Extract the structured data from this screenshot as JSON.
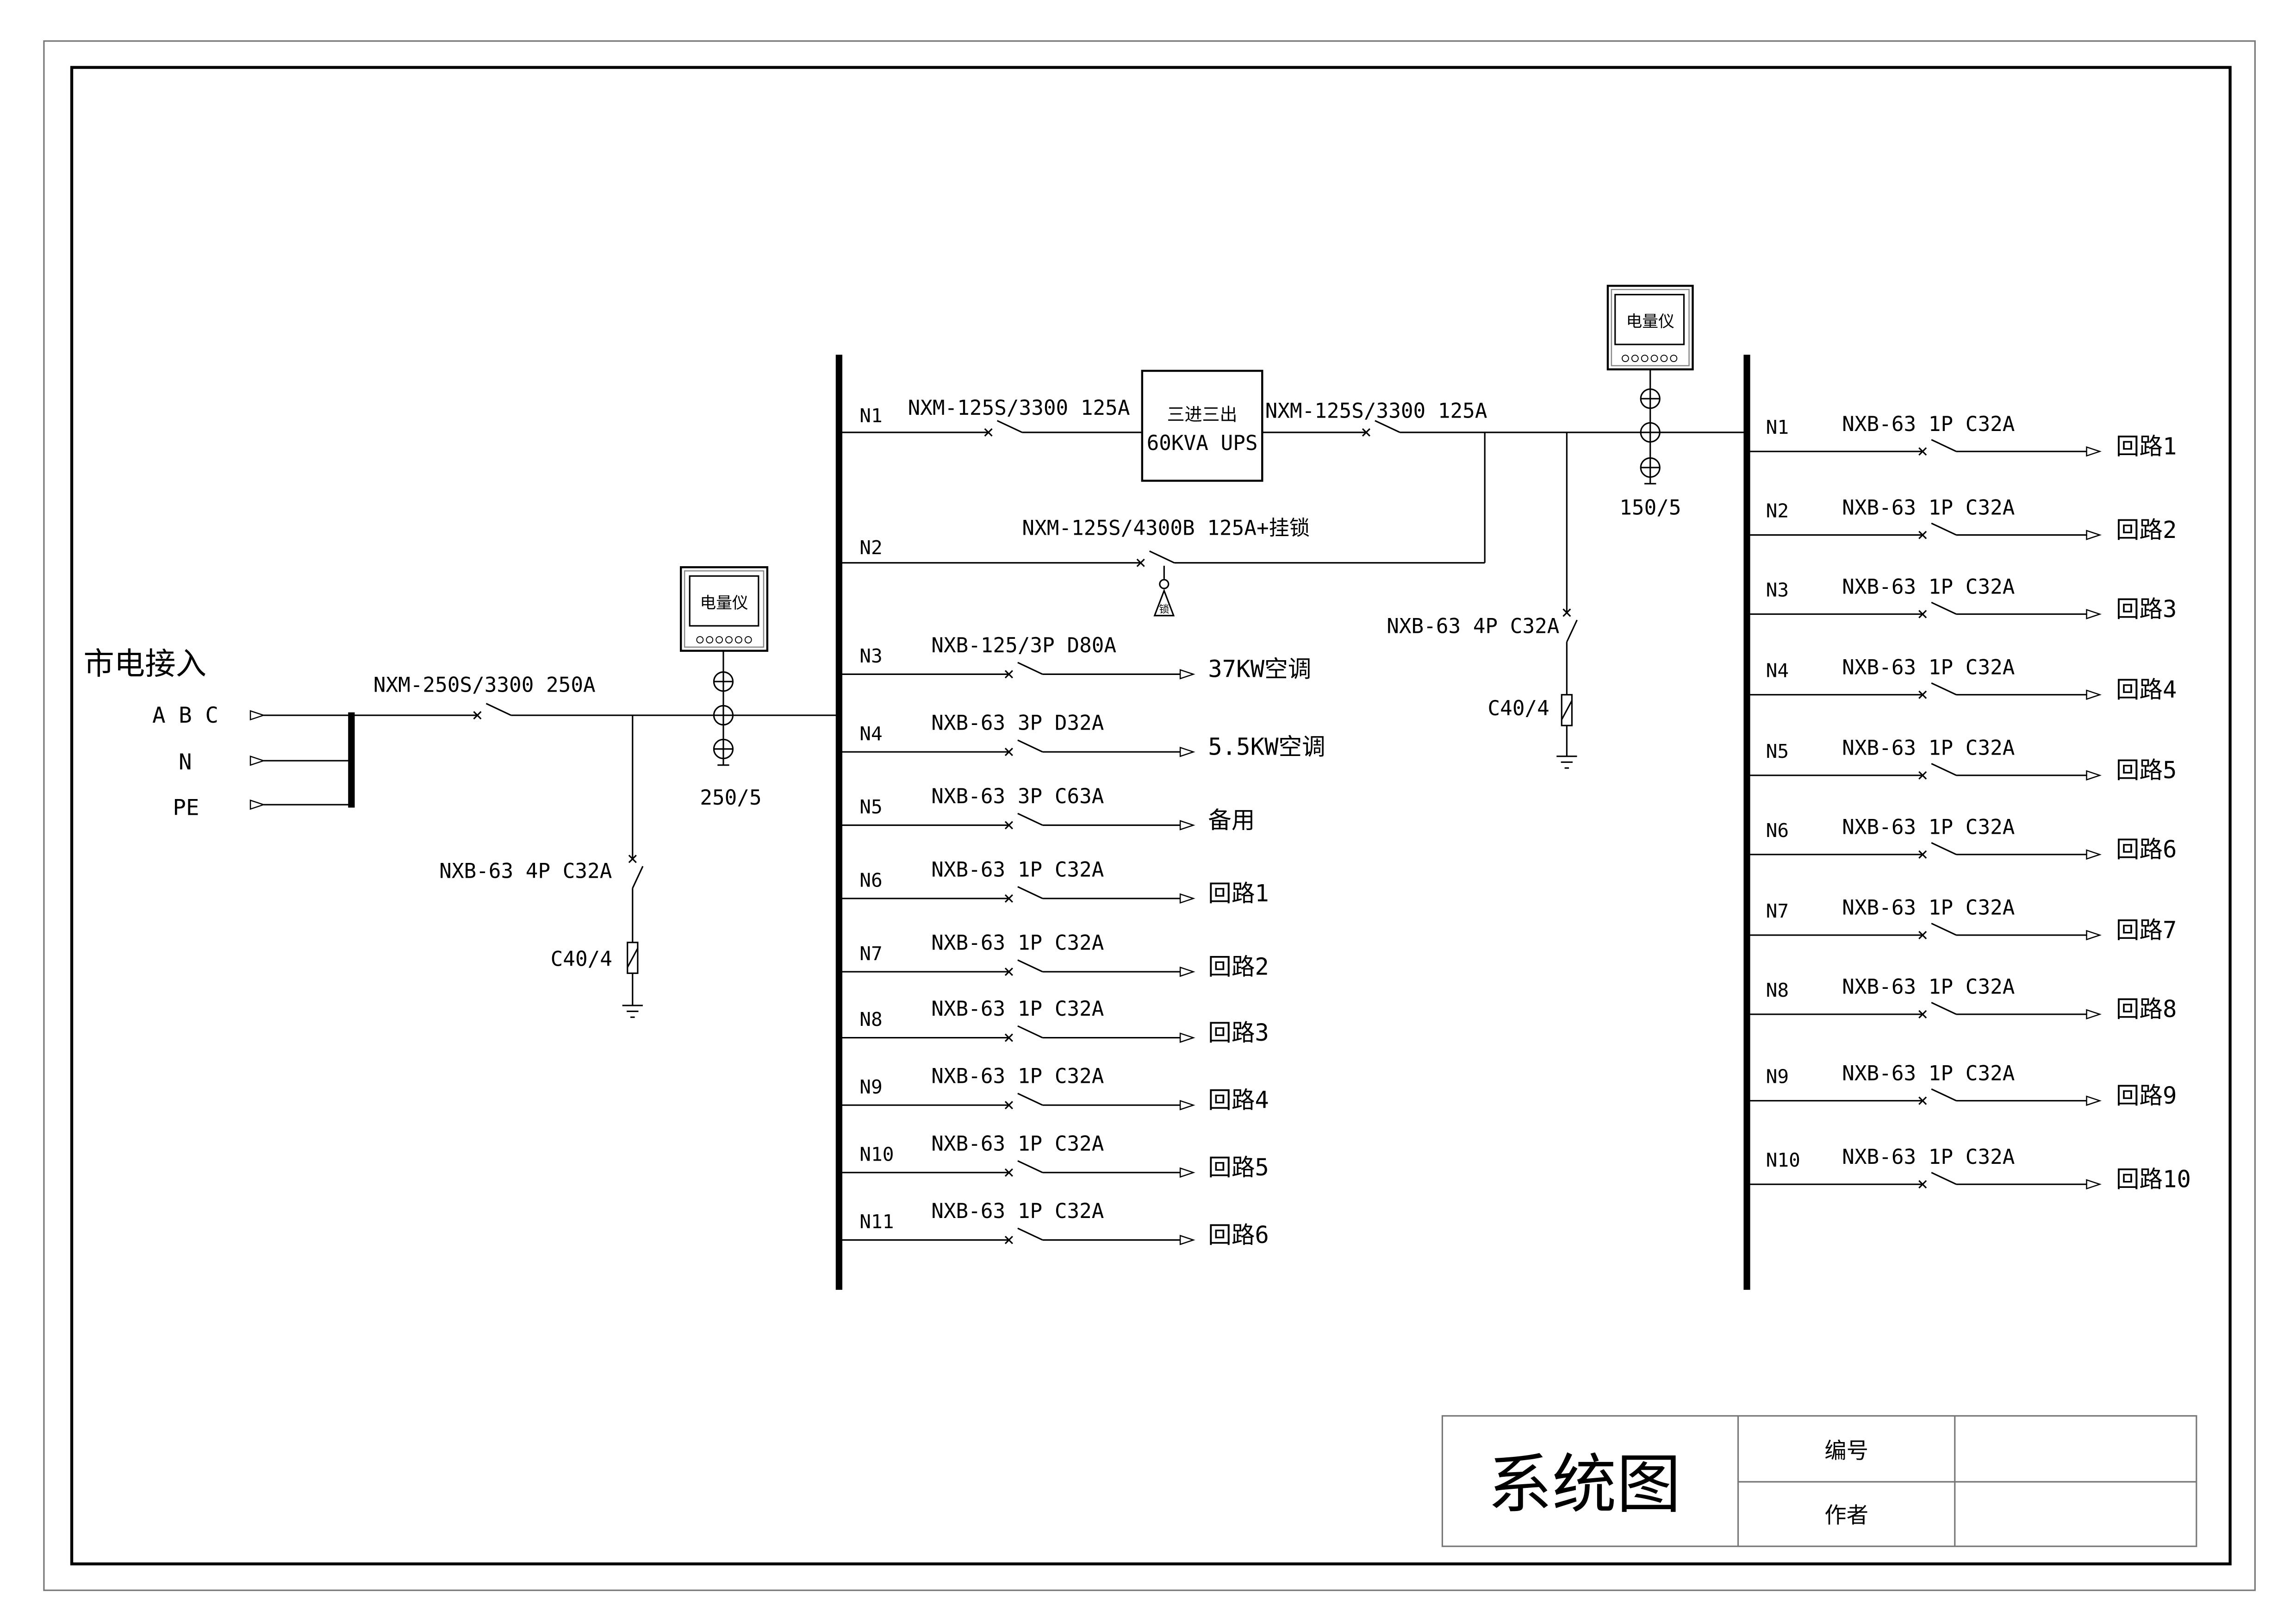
{
  "incoming": {
    "title": "市电接入",
    "phase_labels": [
      "A B C",
      "N",
      "PE"
    ],
    "main_breaker": "NXM-250S/3300 250A",
    "meter_label": "电量仪",
    "ct_ratio": "250/5",
    "spd_breaker": "NXB-63 4P C32A",
    "spd_rating": "C40/4"
  },
  "panel1": {
    "ups_feeder": {
      "id": "N1",
      "input_breaker": "NXM-125S/3300 125A",
      "ups_line1": "三进三出",
      "ups_line2": "60KVA UPS",
      "output_breaker": "NXM-125S/3300 125A"
    },
    "bypass": {
      "id": "N2",
      "breaker": "NXM-125S/4300B 125A+挂锁",
      "lock_label": "锁"
    },
    "circuits": [
      {
        "id": "N3",
        "breaker": "NXB-125/3P D80A",
        "load": "37KW空调"
      },
      {
        "id": "N4",
        "breaker": "NXB-63 3P D32A",
        "load": "5.5KW空调"
      },
      {
        "id": "N5",
        "breaker": "NXB-63 3P C63A",
        "load": "备用"
      },
      {
        "id": "N6",
        "breaker": "NXB-63 1P C32A",
        "load": "回路1"
      },
      {
        "id": "N7",
        "breaker": "NXB-63 1P C32A",
        "load": "回路2"
      },
      {
        "id": "N8",
        "breaker": "NXB-63 1P C32A",
        "load": "回路3"
      },
      {
        "id": "N9",
        "breaker": "NXB-63 1P C32A",
        "load": "回路4"
      },
      {
        "id": "N10",
        "breaker": "NXB-63 1P C32A",
        "load": "回路5"
      },
      {
        "id": "N11",
        "breaker": "NXB-63 1P C32A",
        "load": "回路6"
      }
    ]
  },
  "panel2": {
    "meter_label": "电量仪",
    "ct_ratio": "150/5",
    "spd_breaker": "NXB-63 4P C32A",
    "spd_rating": "C40/4",
    "circuits": [
      {
        "id": "N1",
        "breaker": "NXB-63 1P C32A",
        "load": "回路1"
      },
      {
        "id": "N2",
        "breaker": "NXB-63 1P C32A",
        "load": "回路2"
      },
      {
        "id": "N3",
        "breaker": "NXB-63 1P C32A",
        "load": "回路3"
      },
      {
        "id": "N4",
        "breaker": "NXB-63 1P C32A",
        "load": "回路4"
      },
      {
        "id": "N5",
        "breaker": "NXB-63 1P C32A",
        "load": "回路5"
      },
      {
        "id": "N6",
        "breaker": "NXB-63 1P C32A",
        "load": "回路6"
      },
      {
        "id": "N7",
        "breaker": "NXB-63 1P C32A",
        "load": "回路7"
      },
      {
        "id": "N8",
        "breaker": "NXB-63 1P C32A",
        "load": "回路8"
      },
      {
        "id": "N9",
        "breaker": "NXB-63 1P C32A",
        "load": "回路9"
      },
      {
        "id": "N10",
        "breaker": "NXB-63 1P C32A",
        "load": "回路10"
      }
    ]
  },
  "title_block": {
    "title": "系统图",
    "number_label": "编号",
    "author_label": "作者"
  }
}
